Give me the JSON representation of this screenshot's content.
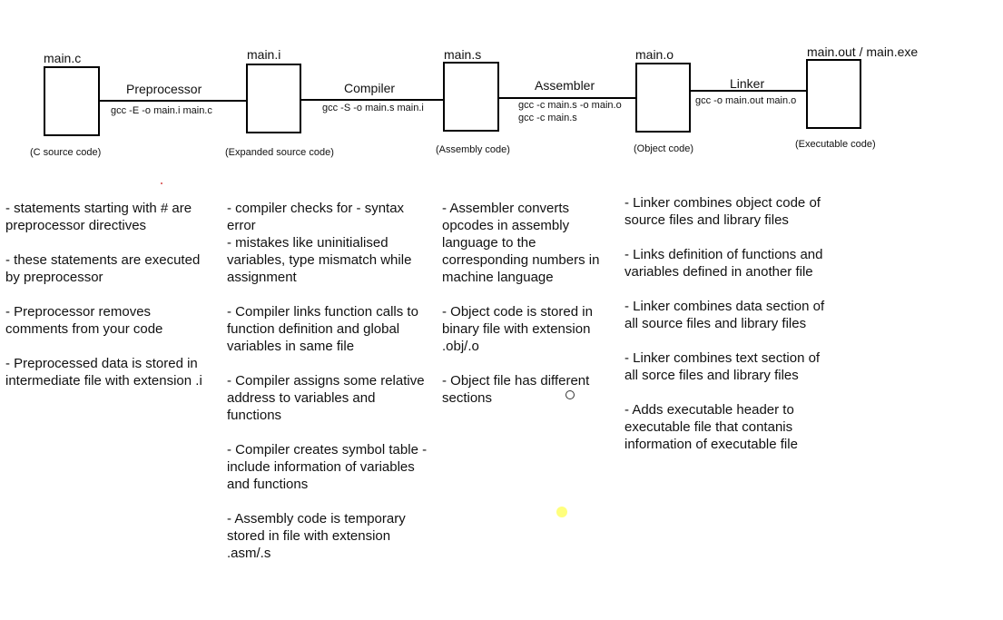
{
  "stages": {
    "source": {
      "file": "main.c",
      "desc": "(C source code)"
    },
    "expanded": {
      "file": "main.i",
      "desc": "(Expanded source code)"
    },
    "assembly": {
      "file": "main.s",
      "desc": "(Assembly code)"
    },
    "object": {
      "file": "main.o",
      "desc": "(Object code)"
    },
    "executable": {
      "file": "main.out / main.exe",
      "desc": "(Executable code)"
    }
  },
  "transitions": {
    "preprocessor": {
      "name": "Preprocessor",
      "commands": [
        "gcc -E -o main.i main.c"
      ]
    },
    "compiler": {
      "name": "Compiler",
      "commands": [
        "gcc -S -o main.s main.i"
      ]
    },
    "assembler": {
      "name": "Assembler",
      "commands": [
        "gcc -c main.s -o main.o",
        "gcc -c main.s"
      ]
    },
    "linker": {
      "name": "Linker",
      "commands": [
        "gcc -o main.out main.o"
      ]
    }
  },
  "notes": {
    "preprocessor": [
      "- statements starting with # are preprocessor directives",
      "- these statements are executed by preprocessor",
      "- Preprocessor removes comments from your code",
      "- Preprocessed data is stored in intermediate file with extension .i"
    ],
    "compiler": [
      "- compiler checks for - syntax error\n- mistakes like uninitialised variables, type mismatch while assignment",
      "- Compiler links function calls to function definition and global variables in same file",
      "- Compiler assigns some relative address to variables and functions",
      "- Compiler creates symbol table - include information of variables and functions",
      "- Assembly code is temporary stored in file with extension .asm/.s"
    ],
    "assembler": [
      "- Assembler converts opcodes in assembly language to the corresponding numbers in machine language",
      "- Object code is stored in binary file with extension .obj/.o",
      "- Object file has different sections"
    ],
    "linker": [
      "- Linker combines object code of source files and library files",
      "- Links definition of functions and variables defined in another file",
      "- Linker combines data section of all source files and library files",
      "- Linker combines text section of all sorce files and library files",
      "- Adds executable header to executable file that contanis information of executable file"
    ]
  }
}
